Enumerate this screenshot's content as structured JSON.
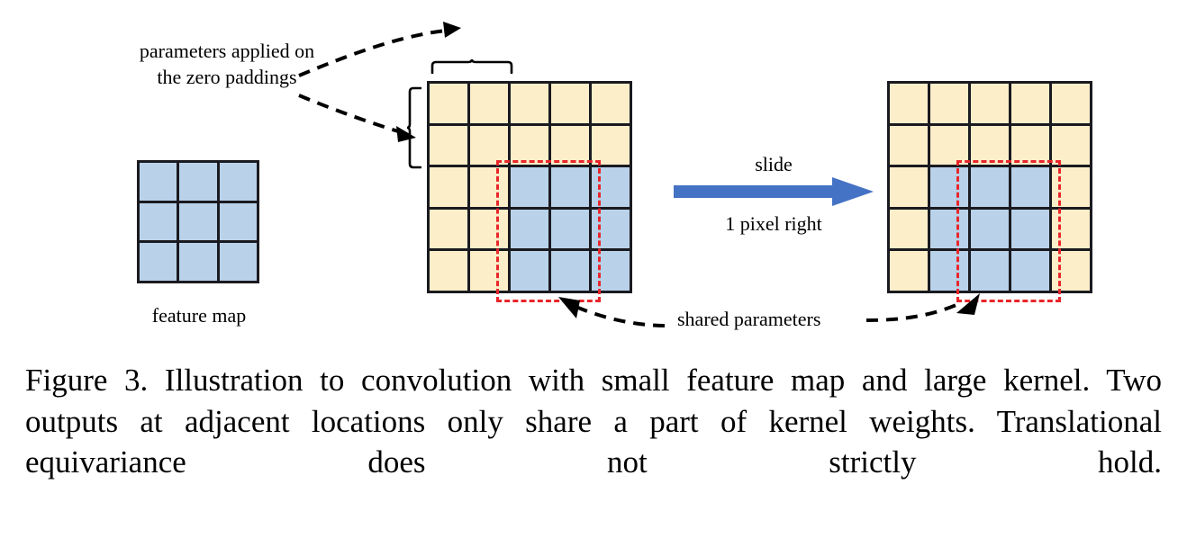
{
  "figure": {
    "caption": "Figure 3.  Illustration to convolution with small feature map and large kernel. Two outputs at adjacent locations only share a part of kernel weights. Translational equivariance does not strictly hold.",
    "caption_label": "Figure 3."
  },
  "annotations": {
    "zero_padding_note": "parameters applied on the zero paddings",
    "feature_map_label": "feature map",
    "slide_label": "slide",
    "slide_amount_label": "1 pixel right",
    "shared_parameters_label": "shared parameters"
  },
  "colors": {
    "padding_cell": "#fceec9",
    "feature_cell": "#b9d2ea",
    "grid_line": "#1a1a20",
    "kernel_window": "#e8262b",
    "slide_arrow": "#4472c4",
    "annotation": "#000000",
    "background": "#ffffff"
  },
  "diagrams": {
    "feature_map": {
      "name": "feature map",
      "rows": 3,
      "cols": 3,
      "cells": [
        [
          "feat",
          "feat",
          "feat"
        ],
        [
          "feat",
          "feat",
          "feat"
        ],
        [
          "feat",
          "feat",
          "feat"
        ]
      ]
    },
    "padded_grid_a": {
      "name": "padded feature map before slide",
      "rows": 5,
      "cols": 5,
      "cells": [
        [
          "pad",
          "pad",
          "pad",
          "pad",
          "pad"
        ],
        [
          "pad",
          "pad",
          "pad",
          "pad",
          "pad"
        ],
        [
          "pad",
          "pad",
          "feat",
          "feat",
          "feat"
        ],
        [
          "pad",
          "pad",
          "feat",
          "feat",
          "feat"
        ],
        [
          "pad",
          "pad",
          "feat",
          "feat",
          "feat"
        ]
      ],
      "kernel_window": {
        "top_row": 3,
        "left_col": 3,
        "rows": 3,
        "cols": 3
      }
    },
    "padded_grid_b": {
      "name": "padded feature map after sliding 1 pixel right",
      "rows": 5,
      "cols": 5,
      "cells": [
        [
          "pad",
          "pad",
          "pad",
          "pad",
          "pad"
        ],
        [
          "pad",
          "pad",
          "pad",
          "pad",
          "pad"
        ],
        [
          "pad",
          "feat",
          "feat",
          "feat",
          "pad"
        ],
        [
          "pad",
          "feat",
          "feat",
          "feat",
          "pad"
        ],
        [
          "pad",
          "feat",
          "feat",
          "feat",
          "pad"
        ]
      ],
      "kernel_window": {
        "top_row": 3,
        "left_col": 3,
        "rows": 3,
        "cols": 3
      }
    }
  },
  "braces": {
    "horizontal_span_cols": 2,
    "vertical_span_rows": 2
  }
}
